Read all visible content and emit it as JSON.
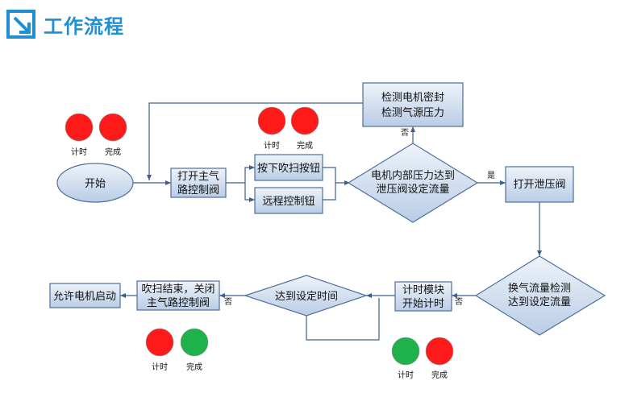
{
  "header": {
    "title": "工作流程"
  },
  "colors": {
    "node_fill_top": "#eef3f9",
    "node_fill_bottom": "#b9cde6",
    "node_stroke": "#4f6f99",
    "edge": "#3b5f8f",
    "red": "#ff1a1a",
    "green": "#1fb14a"
  },
  "nodes": {
    "start": {
      "label": "开始"
    },
    "main_valve": {
      "line1": "打开主气",
      "line2": "路控制阀"
    },
    "press_button": {
      "label": "按下吹扫按钮"
    },
    "remote_button": {
      "label": "远程控制钮"
    },
    "seal_check": {
      "line1": "检测电机密封",
      "line2": "检测气源压力"
    },
    "pressure_decision": {
      "line1": "电机内部压力达到",
      "line2": "泄压阀设定流量"
    },
    "open_relief": {
      "label": "打开泄压阀"
    },
    "flow_check": {
      "line1": "换气流量检测",
      "line2": "达到设定流量"
    },
    "timer_start": {
      "line1": "计时模块",
      "line2": "开始计时"
    },
    "time_reached": {
      "label": "达到设定时间"
    },
    "purge_end": {
      "line1": "吹扫结束，关闭",
      "line2": "主气路控制阀"
    },
    "allow_start": {
      "label": "允许电机启动"
    }
  },
  "edge_labels": {
    "no_top": "否",
    "yes": "是",
    "no_flow": "否",
    "no_time": "否"
  },
  "indicators": [
    {
      "timer_label": "计时",
      "done_label": "完成",
      "timer_color": "#ff1a1a",
      "done_color": "#ff1a1a"
    },
    {
      "timer_label": "计时",
      "done_label": "完成",
      "timer_color": "#ff1a1a",
      "done_color": "#ff1a1a"
    },
    {
      "timer_label": "计时",
      "done_label": "完成",
      "timer_color": "#ff1a1a",
      "done_color": "#1fb14a"
    },
    {
      "timer_label": "计时",
      "done_label": "完成",
      "timer_color": "#1fb14a",
      "done_color": "#ff1a1a"
    }
  ]
}
